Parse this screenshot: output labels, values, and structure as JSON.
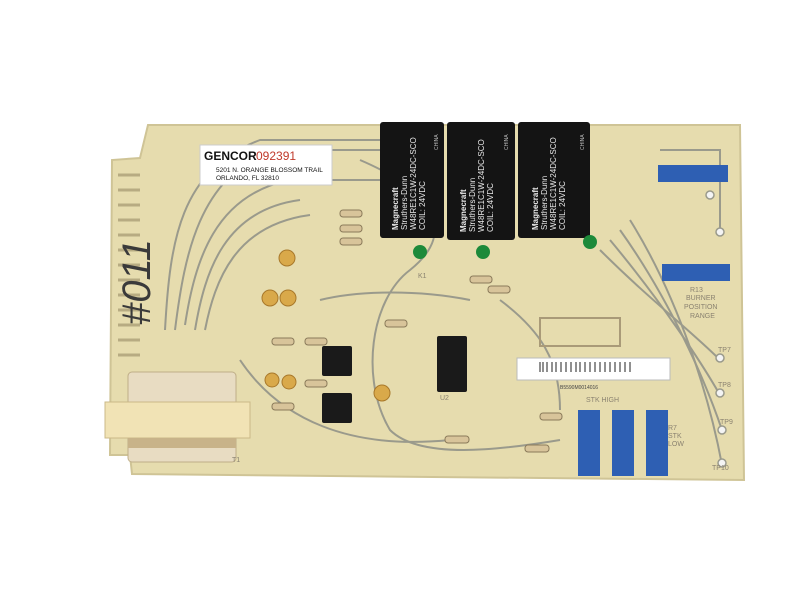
{
  "board": {
    "colors": {
      "pcb": "#e6dcae",
      "trace": "#9a9a8c",
      "relay": "#141414",
      "trimpot": "#2e5fb3"
    },
    "handwritten_mark": "#011",
    "label": {
      "brand": "GENCOR",
      "serial": "092391",
      "address_line1": "5201 N. ORANGE BLOSSOM TRAIL",
      "address_line2": "ORLANDO, FL  32810"
    },
    "relays": [
      {
        "brand": "Magnecraft",
        "maker": "Struthers-Dunn",
        "model": "W48RE1C1W-24DC-SCO",
        "coil": "COIL: 24VDC",
        "origin": "CHINA"
      },
      {
        "brand": "Magnecraft",
        "maker": "Struthers-Dunn",
        "model": "W48RE1C1W-24DC-SCO",
        "coil": "COIL: 24VDC",
        "origin": "CHINA"
      },
      {
        "brand": "Magnecraft",
        "maker": "Struthers-Dunn",
        "model": "W48RE1C1W-24DC-SCO",
        "coil": "COIL: 24VDC",
        "origin": "CHINA"
      }
    ],
    "silkscreen": {
      "r13_line1": "R13",
      "r13_line2": "BURNER",
      "r13_line3": "POSITION",
      "r13_line4": "RANGE",
      "r7_line1": "R7",
      "r7_line2": "STK",
      "r7_line3": "LOW",
      "stk_high": "STK HIGH",
      "tp7": "TP7",
      "tp8": "TP8",
      "tp9": "TP9",
      "tp10": "TP10",
      "t1": "T1",
      "k1": "K1",
      "u2": "U2"
    },
    "barcode_sticker": "B5590M0014016"
  }
}
